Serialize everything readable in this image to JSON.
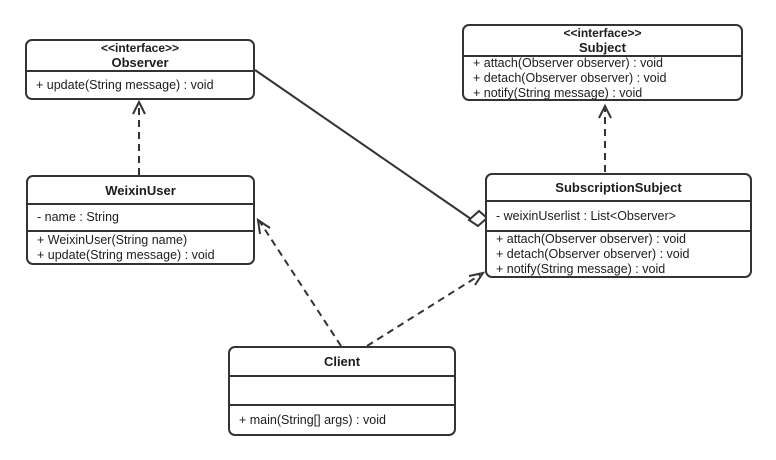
{
  "diagram": {
    "title": "Observer pattern UML class diagram",
    "colors": {
      "line": "#333333",
      "text": "#1c1c1c",
      "box_fill": "#ffffff",
      "background": "#ffffff"
    },
    "classes": [
      {
        "id": "observer",
        "stereotype": "<<interface>>",
        "name": "Observer",
        "attributes": [],
        "methods": [
          "+ update(String message) : void"
        ]
      },
      {
        "id": "subject",
        "stereotype": "<<interface>>",
        "name": "Subject",
        "attributes": [],
        "methods": [
          "+ attach(Observer observer) : void",
          "+ detach(Observer observer) : void",
          "+ notify(String message) : void"
        ]
      },
      {
        "id": "weixin-user",
        "stereotype": "",
        "name": "WeixinUser",
        "attributes": [
          "- name : String"
        ],
        "methods": [
          "+ WeixinUser(String name)",
          "+ update(String message) : void"
        ]
      },
      {
        "id": "subscription-subject",
        "stereotype": "",
        "name": "SubscriptionSubject",
        "attributes": [
          "- weixinUserlist : List<Observer>"
        ],
        "methods": [
          "+ attach(Observer observer) : void",
          "+ detach(Observer observer) : void",
          "+ notify(String message) : void"
        ]
      },
      {
        "id": "client",
        "stereotype": "",
        "name": "Client",
        "attributes": [],
        "methods": [
          "+ main(String[] args) : void"
        ]
      }
    ],
    "relationships": [
      {
        "type": "realization",
        "from": "WeixinUser",
        "to": "Observer",
        "line": "dashed",
        "head": "open-arrow"
      },
      {
        "type": "realization",
        "from": "SubscriptionSubject",
        "to": "Subject",
        "line": "dashed",
        "head": "open-arrow"
      },
      {
        "type": "aggregation",
        "from": "SubscriptionSubject",
        "to": "Observer",
        "line": "solid",
        "head": "hollow-diamond"
      },
      {
        "type": "dependency",
        "from": "Client",
        "to": "WeixinUser",
        "line": "dashed",
        "head": "open-arrow"
      },
      {
        "type": "dependency",
        "from": "Client",
        "to": "SubscriptionSubject",
        "line": "dashed",
        "head": "open-arrow"
      }
    ]
  }
}
